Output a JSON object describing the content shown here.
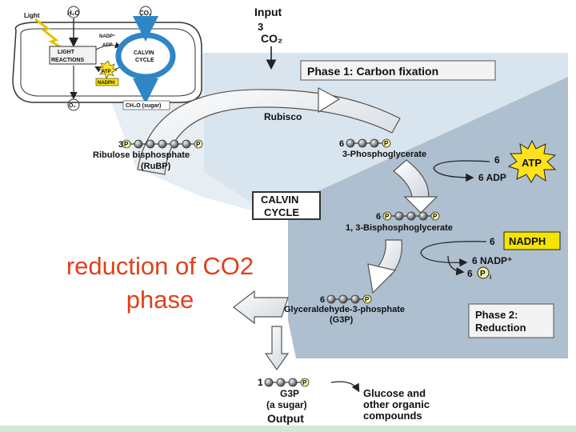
{
  "inset": {
    "light": "Light",
    "h2o": "H₂O",
    "co2": "CO₂",
    "nadp": "NADP⁺",
    "adp": "ADP",
    "light_reactions_1": "LIGHT",
    "light_reactions_2": "REACTIONS",
    "atp": "ATP",
    "nadph": "NADPH",
    "calvin_1": "CALVIN",
    "calvin_2": "CYCLE",
    "o2": "O₂",
    "sugar": "CH₂O (sugar)"
  },
  "input": {
    "label": "Input",
    "count": "3",
    "molecule": "CO₂"
  },
  "phase1": "Phase 1: Carbon fixation",
  "rubisco": "Rubisco",
  "rubp": {
    "count": "3",
    "name": "Ribulose bisphosphate",
    "abbr": "(RuBP)"
  },
  "pga": {
    "count": "6",
    "name": "3-Phosphoglycerate"
  },
  "atp_step": {
    "count": "6",
    "atp": "ATP",
    "adp": "6 ADP"
  },
  "center": {
    "line1": "CALVIN",
    "line2": "CYCLE"
  },
  "bpg": {
    "count": "6",
    "name": "1, 3-Bisphosphoglycerate"
  },
  "nadph_step": {
    "count": "6",
    "nadph": "NADPH",
    "nadp": "6 NADP⁺",
    "pi_count": "6",
    "pi": "P",
    "pi_sub": "i"
  },
  "g3p": {
    "count": "6",
    "name": "Glyceraldehyde-3-phosphate",
    "abbr": "(G3P)"
  },
  "phase2": {
    "line1": "Phase 2:",
    "line2": "Reduction"
  },
  "output": {
    "count": "1",
    "name": "G3P",
    "sub": "(a sugar)",
    "label": "Output"
  },
  "glucose": {
    "line1": "Glucose and",
    "line2": "other organic",
    "line3": "compounds"
  },
  "phosphate_symbol": "P",
  "overlay": {
    "line1": "reduction of CO2",
    "line2": "phase"
  },
  "colors": {
    "overlay_text": "#e0401a",
    "phase1_bg": "#d9e5ee",
    "phase2_bg": "#aebfcf",
    "atp_burst": "#ffe21a",
    "nadph_box": "#f5e400",
    "calvin_inset": "#2f86c6"
  }
}
